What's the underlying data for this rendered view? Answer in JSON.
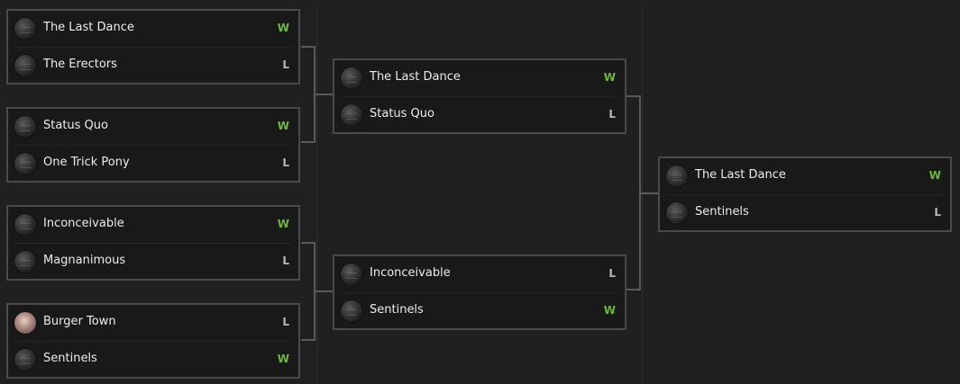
{
  "colors": {
    "win": "#6dbb37",
    "loss": "#b8b8b8",
    "background": "#202020",
    "card_border": "#4a4a4a"
  },
  "bracket": {
    "round1": [
      {
        "top": {
          "team": "The Last Dance",
          "result": "W",
          "avatar": "team-logo-icon"
        },
        "bottom": {
          "team": "The Erectors",
          "result": "L",
          "avatar": "team-logo-icon"
        }
      },
      {
        "top": {
          "team": "Status Quo",
          "result": "W",
          "avatar": "team-logo-icon"
        },
        "bottom": {
          "team": "One Trick Pony",
          "result": "L",
          "avatar": "team-logo-icon"
        }
      },
      {
        "top": {
          "team": "Inconceivable",
          "result": "W",
          "avatar": "team-logo-icon"
        },
        "bottom": {
          "team": "Magnanimous",
          "result": "L",
          "avatar": "team-logo-icon"
        }
      },
      {
        "top": {
          "team": "Burger Town",
          "result": "L",
          "avatar": "team-photo-icon"
        },
        "bottom": {
          "team": "Sentinels",
          "result": "W",
          "avatar": "team-logo-icon"
        }
      }
    ],
    "round2": [
      {
        "top": {
          "team": "The Last Dance",
          "result": "W",
          "avatar": "team-logo-icon"
        },
        "bottom": {
          "team": "Status Quo",
          "result": "L",
          "avatar": "team-logo-icon"
        }
      },
      {
        "top": {
          "team": "Inconceivable",
          "result": "L",
          "avatar": "team-logo-icon"
        },
        "bottom": {
          "team": "Sentinels",
          "result": "W",
          "avatar": "team-logo-icon"
        }
      }
    ],
    "final": [
      {
        "top": {
          "team": "The Last Dance",
          "result": "W",
          "avatar": "team-logo-icon"
        },
        "bottom": {
          "team": "Sentinels",
          "result": "L",
          "avatar": "team-logo-icon"
        }
      }
    ]
  }
}
